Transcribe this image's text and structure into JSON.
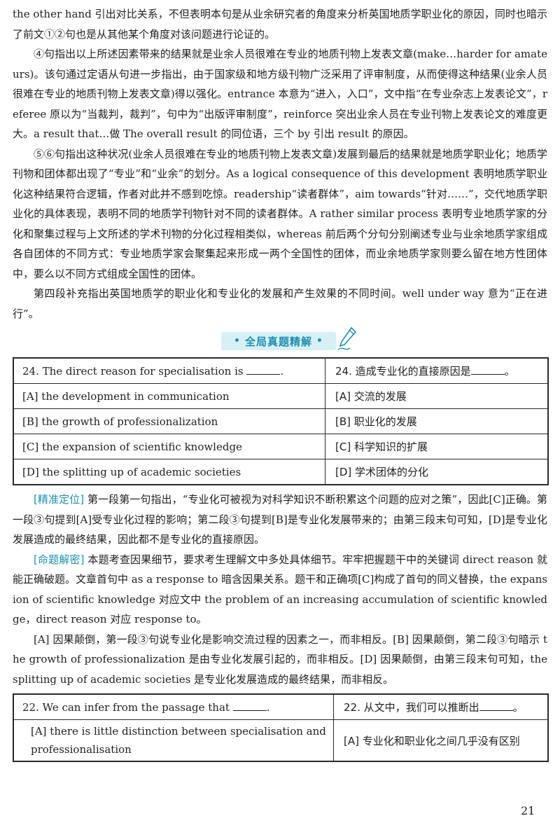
{
  "explanation": {
    "p1": "the other hand 引出对比关系，不但表明本句是从业余研究者的角度来分析英国地质学职业化的原因，同时也暗示了前文①②句也是从其他某个角度对该问题进行论证的。",
    "p2": "④句指出以上所述因素带来的结果就是业余人员很难在专业的地质刊物上发表文章(make…harder for amateurs)。该句通过定语从句进一步指出，由于国家级和地方级刊物广泛采用了评审制度，从而使得这种结果(业余人员很难在专业的地质刊物上发表文章)得以强化。entrance 本意为“进入，入口”，文中指“在专业杂志上发表论文”，referee 原以为“当裁判，裁判”，句中为“出版评审制度”，reinforce 突出业余人员在专业刊物上发表论文的难度更大。a result that…做 The overall result 的同位语，三个 by 引出 result 的原因。",
    "p3": "⑤⑥句指出这种状况(业余人员很难在专业的地质刊物上发表文章)发展到最后的结果就是地质学职业化；地质学刊物和团体都出现了“专业”和“业余”的划分。As a logical consequence of this development 表明地质学职业化这种结果符合逻辑，作者对此并不感到吃惊。readership“读者群体”，aim towards“针对……”，交代地质学职业化的具体表现，表明不同的地质学刊物针对不同的读者群体。A rather similar process 表明专业地质学家的分化和聚集过程与上文所述的学术刊物的分化过程相类似，whereas 前后两个分句分别阐述专业与业余地质学家组成各自团体的不同方式：专业地质学家会聚集起来形成一两个全国性的团体，而业余地质学家则要么留在地方性团体中，要么以不同方式组成全国性的团体。",
    "p4": "第四段补充指出英国地质学的职业化和专业化的发展和产生效果的不同时间。well under way 意为“正在进行”。"
  },
  "banner": {
    "label": "全局真题精解",
    "dot": "•"
  },
  "q24": {
    "stem_en": "24. The direct reason for specialisation is ",
    "stem_en_end": ".",
    "stem_zh": "24. 造成专业化的直接原因是",
    "stem_zh_end": "。",
    "options": [
      {
        "en": "[A] the development in communication",
        "zh": "[A] 交流的发展"
      },
      {
        "en": "[B] the growth of professionalization",
        "zh": "[B] 职业化的发展"
      },
      {
        "en": "[C] the expansion of scientific knowledge",
        "zh": "[C] 科学知识的扩展"
      },
      {
        "en": "[D] the splitting up of academic societies",
        "zh": "[D] 学术团体的分化"
      }
    ]
  },
  "analysis": {
    "tag1": "[精准定位]",
    "text1": " 第一段第一句指出，“专业化可被视为对科学知识不断积累这个问题的应对之策”，因此[C]正确。第一段③句提到[A]受专业化过程的影响；第二段③句提到[B]是专业化发展带来的；由第三段末句可知，[D]是专业化发展造成的最终结果，因此都不是专业化的直接原因。",
    "tag2": "[命题解密]",
    "text2": " 本题考查因果细节，要求考生理解文中多处具体细节。牢牢把握题干中的关键词 direct reason 就能正确破题。文章首句中 as a response to 暗含因果关系。题干和正确项[C]构成了首句的同义替换，the expansion of scientific knowledge 对应文中 the problem of an increasing accumulation of scientific knowledge，direct reason 对应 response to。",
    "text3": "[A] 因果颠倒，第一段③句说专业化是影响交流过程的因素之一，而非相反。[B] 因果颠倒，第二段③句暗示 the growth of professionalization 是由专业化发展引起的，而非相反。[D] 因果颠倒，由第三段末句可知，the splitting up of academic societies 是专业化发展造成的最终结果，而非相反。"
  },
  "q22": {
    "stem_en": "22. We can infer from the passage that ",
    "stem_en_end": ".",
    "stem_zh": "22. 从文中，我们可以推断出",
    "stem_zh_end": "。",
    "options": [
      {
        "en": "[A] there is little distinction between specialisation and professionalisation",
        "zh": "[A] 专业化和职业化之间几乎没有区别"
      }
    ]
  },
  "page_number": "21",
  "colors": {
    "accent": "#1f8fb0",
    "banner_bg": "#d7f0f6",
    "text": "#1f1f1f"
  }
}
